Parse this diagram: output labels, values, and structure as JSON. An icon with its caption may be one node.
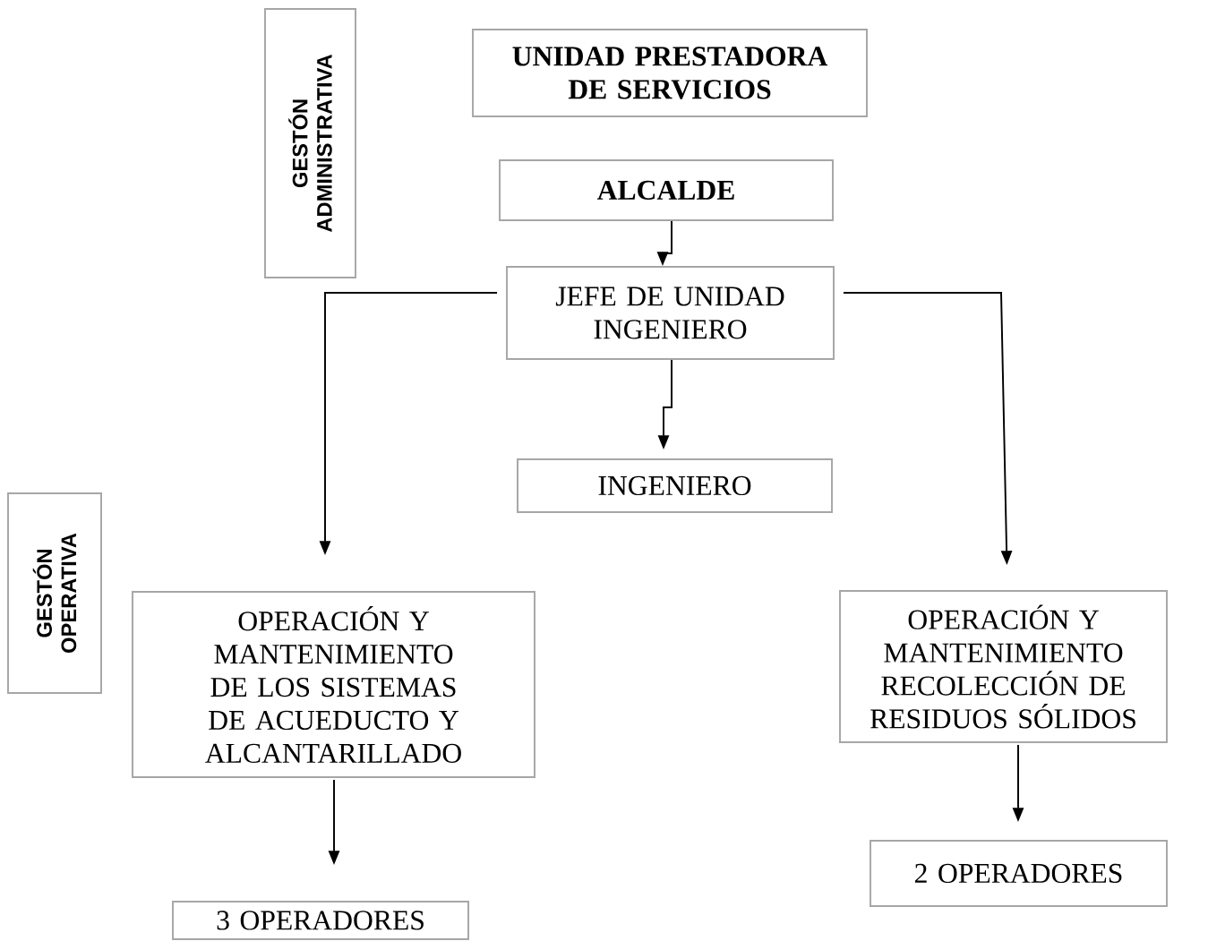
{
  "diagram": {
    "nodes": [
      {
        "text": [
          "GESTÓN ADMINISTRATIVA"
        ]
      },
      {
        "text": [
          "UNIDAD PRESTADORA DE SERVICIOS"
        ]
      },
      {
        "text": [
          "ALCALDE"
        ]
      },
      {
        "text": [
          "JEFE DE UNIDAD INGENIERO"
        ]
      },
      {
        "text": [
          "INGENIERO"
        ]
      },
      {
        "text": [
          "GESTÓN OPERATIVA"
        ]
      },
      {
        "text": [
          "OPERACIÓN Y MANTENIMIENTO DE LOS SISTEMAS DE ACUEDUCTO Y ALCANTARILLADO"
        ]
      },
      {
        "text": [
          "OPERACIÓN Y MANTENIMIENTO RECOLECCIÓN DE RESIDUOS SÓLIDOS"
        ]
      },
      {
        "text": [
          "3 OPERADORES"
        ]
      },
      {
        "text": [
          "2 OPERADORES"
        ]
      }
    ],
    "edges": [
      {
        "from": 2,
        "to": 3,
        "arrow": "to"
      },
      {
        "from": 3,
        "to": 4,
        "arrow": "to"
      },
      {
        "from": 3,
        "to": 6,
        "arrow": "to"
      },
      {
        "from": 3,
        "to": 7,
        "arrow": "to"
      },
      {
        "from": 6,
        "to": 8,
        "arrow": "to"
      },
      {
        "from": 7,
        "to": 9,
        "arrow": "to"
      }
    ]
  }
}
